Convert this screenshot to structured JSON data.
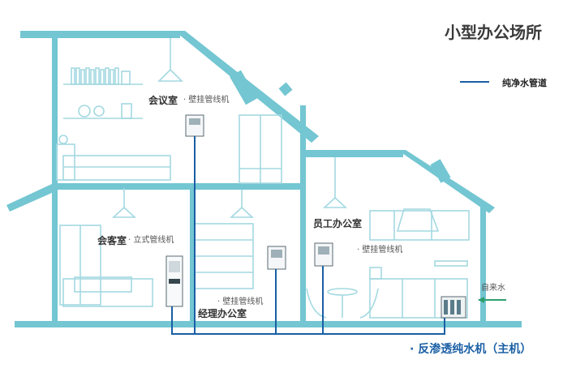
{
  "title": "小型办公场所",
  "legend": {
    "label": "纯净水管道",
    "color": "#1a5fa5"
  },
  "rooms": {
    "meeting": {
      "name": "会议室",
      "device": "· 壁挂管线机"
    },
    "reception": {
      "name": "会客室",
      "device": "· 立式管线机"
    },
    "manager": {
      "name": "经理办公室",
      "device": "· 壁挂管线机"
    },
    "staff": {
      "name": "员工办公室",
      "device": "· 壁挂管线机"
    }
  },
  "tap_water": "自来水",
  "main_unit": "· 反渗透纯水机（主机）",
  "colors": {
    "structure": "#73c6d2",
    "furniture": "#a3d9e1",
    "pipe": "#1a5fa5",
    "tap": "#2e9e6e"
  }
}
